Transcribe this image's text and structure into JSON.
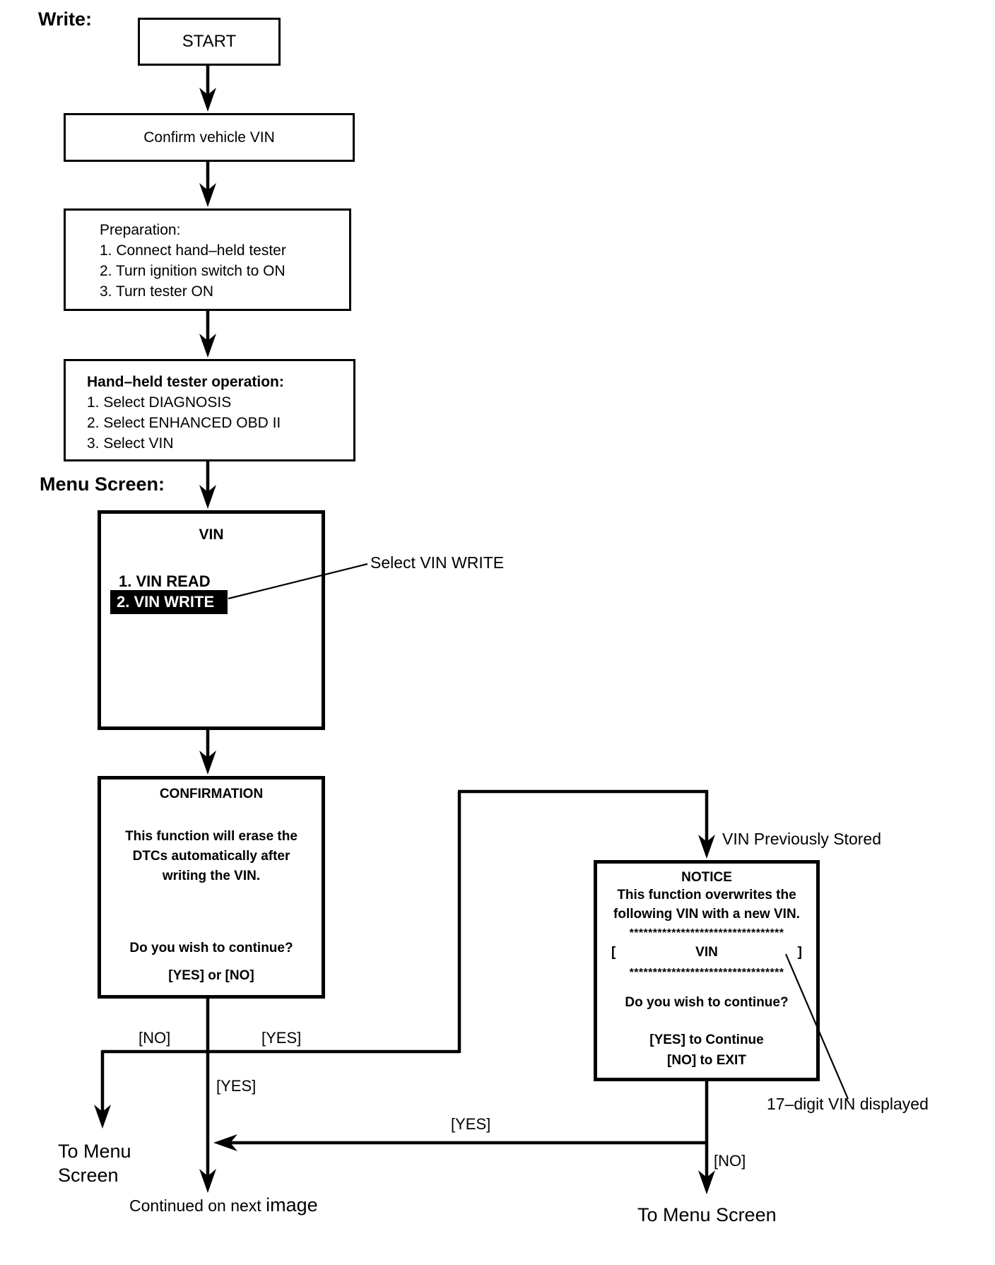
{
  "page": {
    "background": "#ffffff",
    "ink": "#000000"
  },
  "labels": {
    "write": "Write:",
    "menu_screen": "Menu Screen:",
    "select_vin_write": "Select VIN WRITE",
    "vin_previously_stored": "VIN Previously Stored",
    "seventeen_digit_vin": "17–digit VIN displayed",
    "no_left": "[NO]",
    "yes_top": "[YES]",
    "yes_center": "[YES]",
    "yes_right": "[YES]",
    "no_right": "[NO]",
    "to_menu_left_line1": "To Menu",
    "to_menu_left_line2": "Screen",
    "to_menu_right": "To Menu Screen",
    "continued_prefix": "Continued on next ",
    "continued_suffix": "image"
  },
  "boxes": {
    "start": {
      "label": "START"
    },
    "confirm": {
      "label": "Confirm vehicle VIN"
    },
    "preparation": {
      "title": "Preparation:",
      "steps": [
        "1. Connect hand–held tester",
        "2. Turn ignition switch to ON",
        "3. Turn tester ON"
      ]
    },
    "tester": {
      "title": "Hand–held tester operation:",
      "steps": [
        "1. Select DIAGNOSIS",
        "2. Select ENHANCED OBD II",
        "3. Select VIN"
      ]
    },
    "menu": {
      "title": "VIN",
      "item_read": "1. VIN READ",
      "item_write": "2. VIN WRITE"
    },
    "confirmation": {
      "title": "CONFIRMATION",
      "body_line1": "This function will erase the",
      "body_line2": "DTCs automatically after",
      "body_line3": "writing the VIN.",
      "question": "Do you wish to continue?",
      "options": "[YES] or [NO]"
    },
    "notice": {
      "title": "NOTICE",
      "line1": "This function overwrites the",
      "line2": "following VIN with a new VIN.",
      "stars_top": "*********************************",
      "vin_bracket_left": "[",
      "vin_label": "VIN",
      "vin_bracket_right": "]",
      "stars_bottom": "*********************************",
      "question": "Do you wish to continue?",
      "yes_line": "[YES] to Continue",
      "no_line": "[NO] to EXIT"
    }
  }
}
